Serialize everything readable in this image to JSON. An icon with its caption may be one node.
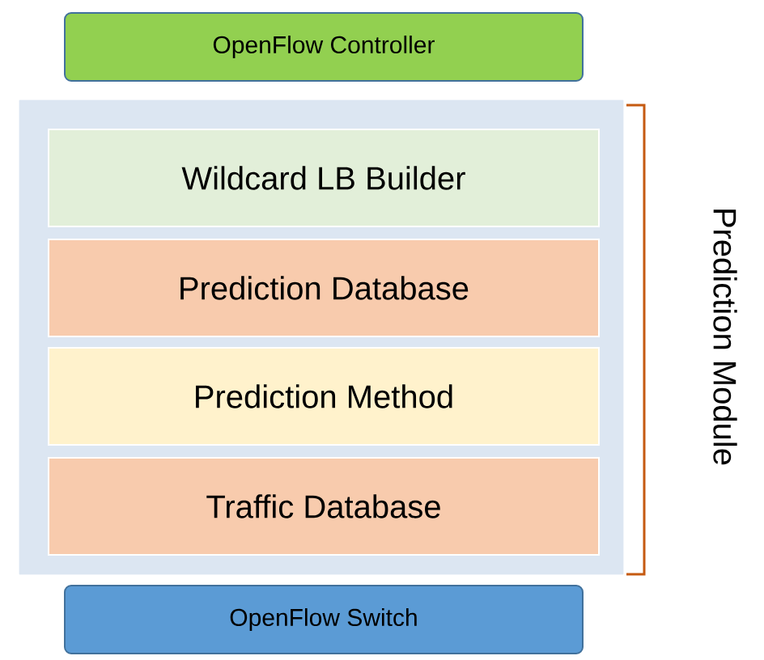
{
  "diagram": {
    "nodes": [
      {
        "text": [
          "OpenFlow Controller"
        ]
      },
      {
        "text": [
          "Prediction Module"
        ]
      },
      {
        "text": [
          "Wildcard LB Builder"
        ],
        "in": 1
      },
      {
        "text": [
          "Prediction Database"
        ],
        "in": 1
      },
      {
        "text": [
          "Prediction Method"
        ],
        "in": 1
      },
      {
        "text": [
          "Traffic Database"
        ],
        "in": 1
      },
      {
        "text": [
          "OpenFlow Switch"
        ]
      }
    ]
  }
}
